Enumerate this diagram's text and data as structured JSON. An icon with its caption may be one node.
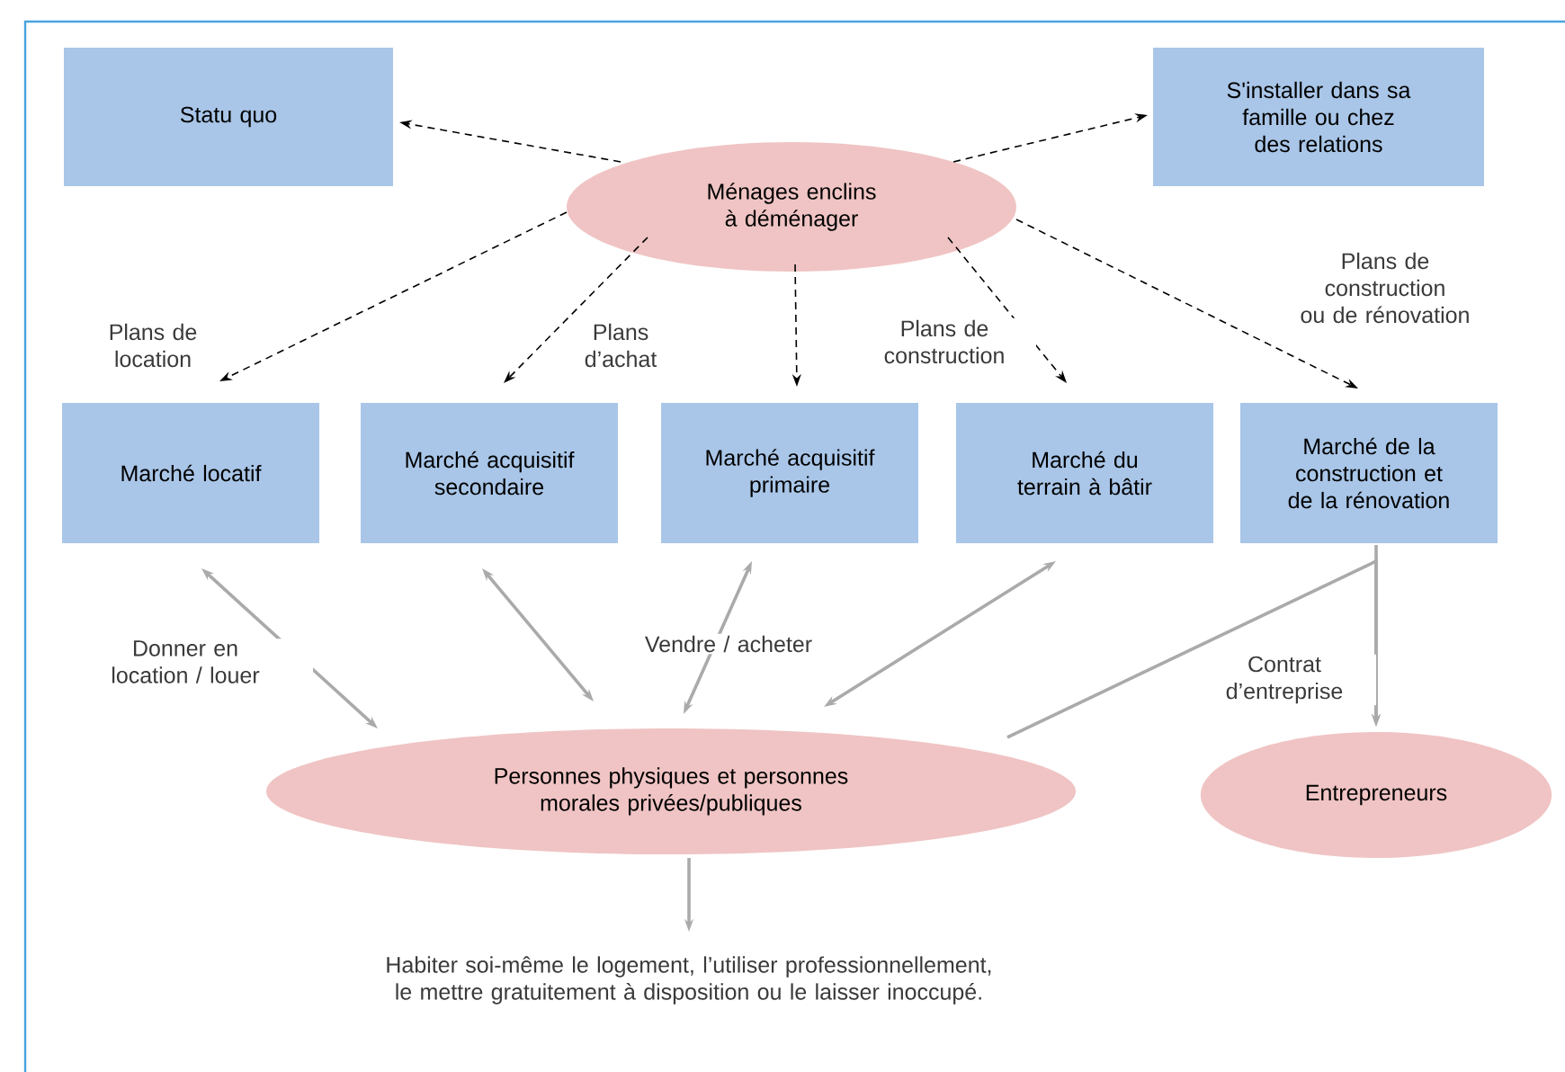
{
  "diagram": {
    "nodes": [
      {
        "text": [
          "Statu quo"
        ]
      },
      {
        "text": [
          "S'installer dans sa famille ou chez des relations"
        ]
      },
      {
        "text": [
          "Ménages enclins à déménager"
        ]
      },
      {
        "text": [
          "Marché locatif"
        ]
      },
      {
        "text": [
          "Marché acquisitif secondaire"
        ]
      },
      {
        "text": [
          "Marché acquisitif primaire"
        ]
      },
      {
        "text": [
          "Marché du terrain à bâtir"
        ]
      },
      {
        "text": [
          "Marché de la construction et de la rénovation"
        ]
      },
      {
        "text": [
          "Personnes physiques et personnes morales privées/publiques"
        ]
      },
      {
        "text": [
          "Entrepreneurs"
        ]
      },
      {
        "text": [
          "Habiter soi-même le logement, l’utiliser professionnellement, le mettre gratuitement à disposition ou le laisser inoccupé."
        ]
      }
    ],
    "edges": [
      {
        "from": 2,
        "to": 0,
        "arrow": "to",
        "style": "dashed"
      },
      {
        "from": 2,
        "to": 1,
        "arrow": "to",
        "style": "dashed"
      },
      {
        "from": 2,
        "to": 3,
        "arrow": "to",
        "style": "dashed",
        "label": "Plans de location"
      },
      {
        "from": 2,
        "to": 4,
        "arrow": "to",
        "style": "dashed",
        "label": "Plans d’achat"
      },
      {
        "from": 2,
        "to": 5,
        "arrow": "to",
        "style": "dashed"
      },
      {
        "from": 2,
        "to": 6,
        "arrow": "to",
        "style": "dashed",
        "label": "Plans de construction"
      },
      {
        "from": 2,
        "to": 7,
        "arrow": "to",
        "style": "dashed",
        "label": "Plans de construction ou de rénovation"
      },
      {
        "from": 3,
        "to": 8,
        "arrow": "both",
        "color": "#aaaaaa",
        "label": "Donner en location / louer"
      },
      {
        "from": 4,
        "to": 8,
        "arrow": "both",
        "color": "#aaaaaa"
      },
      {
        "from": 5,
        "to": 8,
        "arrow": "both",
        "color": "#aaaaaa",
        "label": "Vendre / acheter"
      },
      {
        "from": 6,
        "to": 8,
        "arrow": "both",
        "color": "#aaaaaa"
      },
      {
        "from": 8,
        "to": 9,
        "arrow": "to",
        "color": "#aaaaaa",
        "label": "Contrat d’entreprise"
      },
      {
        "from": 7,
        "to": 9,
        "arrow": "to",
        "color": "#aaaaaa"
      },
      {
        "from": 8,
        "to": 10,
        "arrow": "to",
        "color": "#aaaaaa"
      }
    ]
  }
}
